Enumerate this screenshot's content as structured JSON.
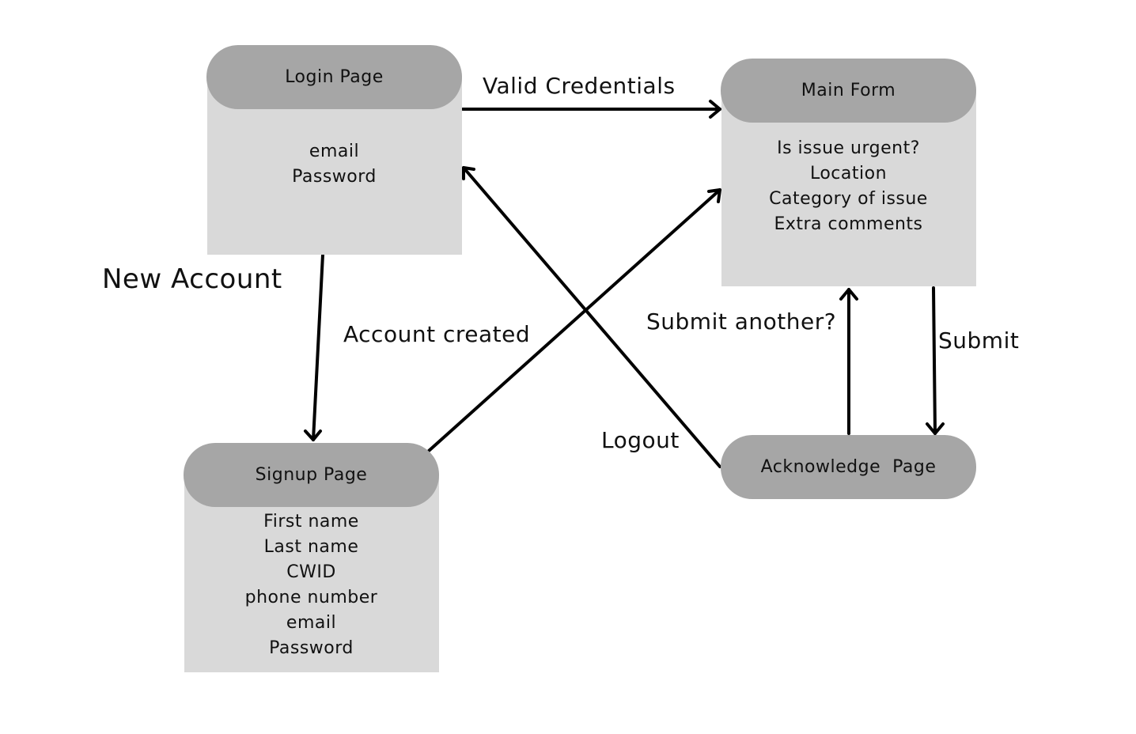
{
  "nodes": {
    "login": {
      "title": "Login Page",
      "fields": [
        "email",
        "Password"
      ]
    },
    "main": {
      "title": "Main Form",
      "fields": [
        "Is issue urgent?",
        "Location",
        "Category of issue",
        "Extra comments"
      ]
    },
    "signup": {
      "title": "Signup Page",
      "fields": [
        "First name",
        "Last name",
        "CWID",
        "phone number",
        "email",
        "Password"
      ]
    },
    "acknowledge": {
      "title": "Acknowledge  Page"
    }
  },
  "edges": {
    "valid_credentials": "Valid Credentials",
    "new_account": "New Account",
    "account_created": "Account created",
    "submit_another": "Submit another?",
    "submit": "Submit",
    "logout": "Logout"
  },
  "colors": {
    "header": "#a6a6a6",
    "body": "#d9d9d9",
    "arrow": "#000000"
  }
}
